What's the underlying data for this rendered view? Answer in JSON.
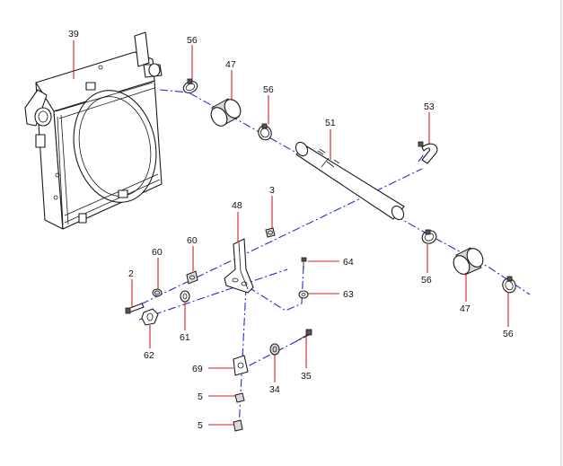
{
  "callouts": [
    {
      "id": "c39",
      "label": "39"
    },
    {
      "id": "c56a",
      "label": "56"
    },
    {
      "id": "c47a",
      "label": "47"
    },
    {
      "id": "c56b",
      "label": "56"
    },
    {
      "id": "c51",
      "label": "51"
    },
    {
      "id": "c53",
      "label": "53"
    },
    {
      "id": "c3",
      "label": "3"
    },
    {
      "id": "c48",
      "label": "48"
    },
    {
      "id": "c60a",
      "label": "60"
    },
    {
      "id": "c60b",
      "label": "60"
    },
    {
      "id": "c2",
      "label": "2"
    },
    {
      "id": "c64",
      "label": "64"
    },
    {
      "id": "c63",
      "label": "63"
    },
    {
      "id": "c56c",
      "label": "56"
    },
    {
      "id": "c47b",
      "label": "47"
    },
    {
      "id": "c56d",
      "label": "56"
    },
    {
      "id": "c62",
      "label": "62"
    },
    {
      "id": "c61",
      "label": "61"
    },
    {
      "id": "c69",
      "label": "69"
    },
    {
      "id": "c34",
      "label": "34"
    },
    {
      "id": "c35",
      "label": "35"
    },
    {
      "id": "c5a",
      "label": "5"
    },
    {
      "id": "c5b",
      "label": "5"
    }
  ],
  "colors": {
    "leader": "#d61f1f",
    "axis": "#1f2fd6",
    "outline": "#1a1a1a"
  }
}
